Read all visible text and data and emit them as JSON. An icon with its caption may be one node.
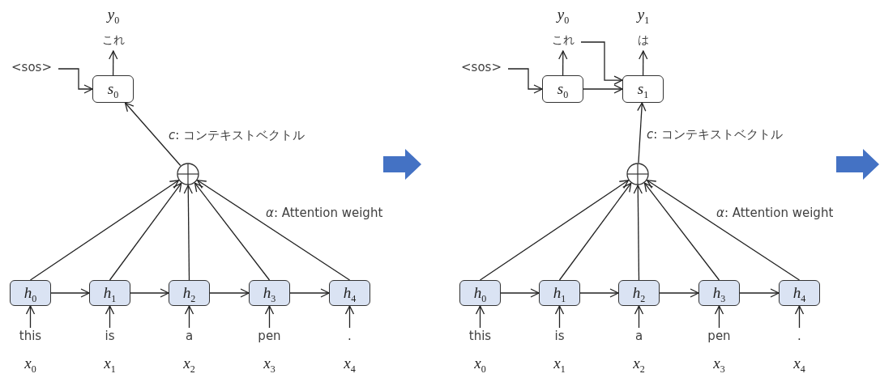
{
  "diagram": {
    "nodes": [
      {
        "text": [
          "*s*$_{0}$"
        ]
      },
      {
        "text": [
          "*y*$_{0}$",
          "これ"
        ]
      },
      {
        "text": [
          "<sos>"
        ]
      },
      {
        "text": [],
        "shape": "circle"
      },
      {
        "text": [
          "*h*$_{0}$"
        ]
      },
      {
        "text": [
          "*h*$_{1}$"
        ]
      },
      {
        "text": [
          "*h*$_{2}$"
        ]
      },
      {
        "text": [
          "*h*$_{3}$"
        ]
      },
      {
        "text": [
          "*h*$_{4}$"
        ]
      },
      {
        "text": [
          "this"
        ],
        "beside": [
          "*x*$_{0}$"
        ]
      },
      {
        "text": [
          "is"
        ],
        "beside": [
          "*x*$_{1}$"
        ]
      },
      {
        "text": [
          "a"
        ],
        "beside": [
          "*x*$_{2}$"
        ]
      },
      {
        "text": [
          "pen"
        ],
        "beside": [
          "*x*$_{3}$"
        ]
      },
      {
        "text": [
          "."
        ],
        "beside": [
          "*x*$_{4}$"
        ]
      },
      {
        "text": [
          "*s*$_{0}$"
        ]
      },
      {
        "text": [
          "*s*$_{1}$"
        ]
      },
      {
        "text": [
          "*y*$_{0}$",
          "これ"
        ]
      },
      {
        "text": [
          "*y*$_{1}$",
          "は"
        ]
      },
      {
        "text": [
          "<sos>"
        ]
      },
      {
        "text": [],
        "shape": "circle"
      },
      {
        "text": [
          "*h*$_{0}$"
        ]
      },
      {
        "text": [
          "*h*$_{1}$"
        ]
      },
      {
        "text": [
          "*h*$_{2}$"
        ]
      },
      {
        "text": [
          "*h*$_{3}$"
        ]
      },
      {
        "text": [
          "*h*$_{4}$"
        ]
      },
      {
        "text": [
          "this"
        ],
        "beside": [
          "*x*$_{0}$"
        ]
      },
      {
        "text": [
          "is"
        ],
        "beside": [
          "*x*$_{1}$"
        ]
      },
      {
        "text": [
          "a"
        ],
        "beside": [
          "*x*$_{2}$"
        ]
      },
      {
        "text": [
          "pen"
        ],
        "beside": [
          "*x*$_{3}$"
        ]
      },
      {
        "text": [
          "."
        ],
        "beside": [
          "*x*$_{4}$"
        ]
      }
    ],
    "edges": [
      {
        "from": 2,
        "to": 0,
        "arrow": "to"
      },
      {
        "from": 0,
        "to": 1,
        "arrow": "to"
      },
      {
        "from": 3,
        "to": 0,
        "arrow": "to",
        "label": "*c*: コンテキストベクトル"
      },
      {
        "from": 4,
        "to": 3,
        "arrow": "to"
      },
      {
        "from": 5,
        "to": 3,
        "arrow": "to"
      },
      {
        "from": 6,
        "to": 3,
        "arrow": "to"
      },
      {
        "from": 7,
        "to": 3,
        "arrow": "to"
      },
      {
        "from": 8,
        "to": 3,
        "arrow": "to",
        "label": "*α*: Attention weight"
      },
      {
        "from": 4,
        "to": 5,
        "arrow": "to"
      },
      {
        "from": 5,
        "to": 6,
        "arrow": "to"
      },
      {
        "from": 6,
        "to": 7,
        "arrow": "to"
      },
      {
        "from": 7,
        "to": 8,
        "arrow": "to"
      },
      {
        "from": 9,
        "to": 4,
        "arrow": "to"
      },
      {
        "from": 10,
        "to": 5,
        "arrow": "to"
      },
      {
        "from": 11,
        "to": 6,
        "arrow": "to"
      },
      {
        "from": 12,
        "to": 7,
        "arrow": "to"
      },
      {
        "from": 13,
        "to": 8,
        "arrow": "to"
      },
      {
        "from": 18,
        "to": 14,
        "arrow": "to"
      },
      {
        "from": 14,
        "to": 16,
        "arrow": "to"
      },
      {
        "from": 16,
        "to": 15,
        "arrow": "to"
      },
      {
        "from": 14,
        "to": 15,
        "arrow": "to"
      },
      {
        "from": 15,
        "to": 17,
        "arrow": "to"
      },
      {
        "from": 19,
        "to": 15,
        "arrow": "to",
        "label": "*c*: コンテキストベクトル"
      },
      {
        "from": 20,
        "to": 19,
        "arrow": "to"
      },
      {
        "from": 21,
        "to": 19,
        "arrow": "to"
      },
      {
        "from": 22,
        "to": 19,
        "arrow": "to"
      },
      {
        "from": 23,
        "to": 19,
        "arrow": "to"
      },
      {
        "from": 24,
        "to": 19,
        "arrow": "to",
        "label": "*α*: Attention weight"
      },
      {
        "from": 20,
        "to": 21,
        "arrow": "to"
      },
      {
        "from": 21,
        "to": 22,
        "arrow": "to"
      },
      {
        "from": 22,
        "to": 23,
        "arrow": "to"
      },
      {
        "from": 23,
        "to": 24,
        "arrow": "to"
      },
      {
        "from": 25,
        "to": 20,
        "arrow": "to"
      },
      {
        "from": 26,
        "to": 21,
        "arrow": "to"
      },
      {
        "from": 27,
        "to": 22,
        "arrow": "to"
      },
      {
        "from": 28,
        "to": 23,
        "arrow": "to"
      },
      {
        "from": 29,
        "to": 24,
        "arrow": "to"
      }
    ]
  }
}
